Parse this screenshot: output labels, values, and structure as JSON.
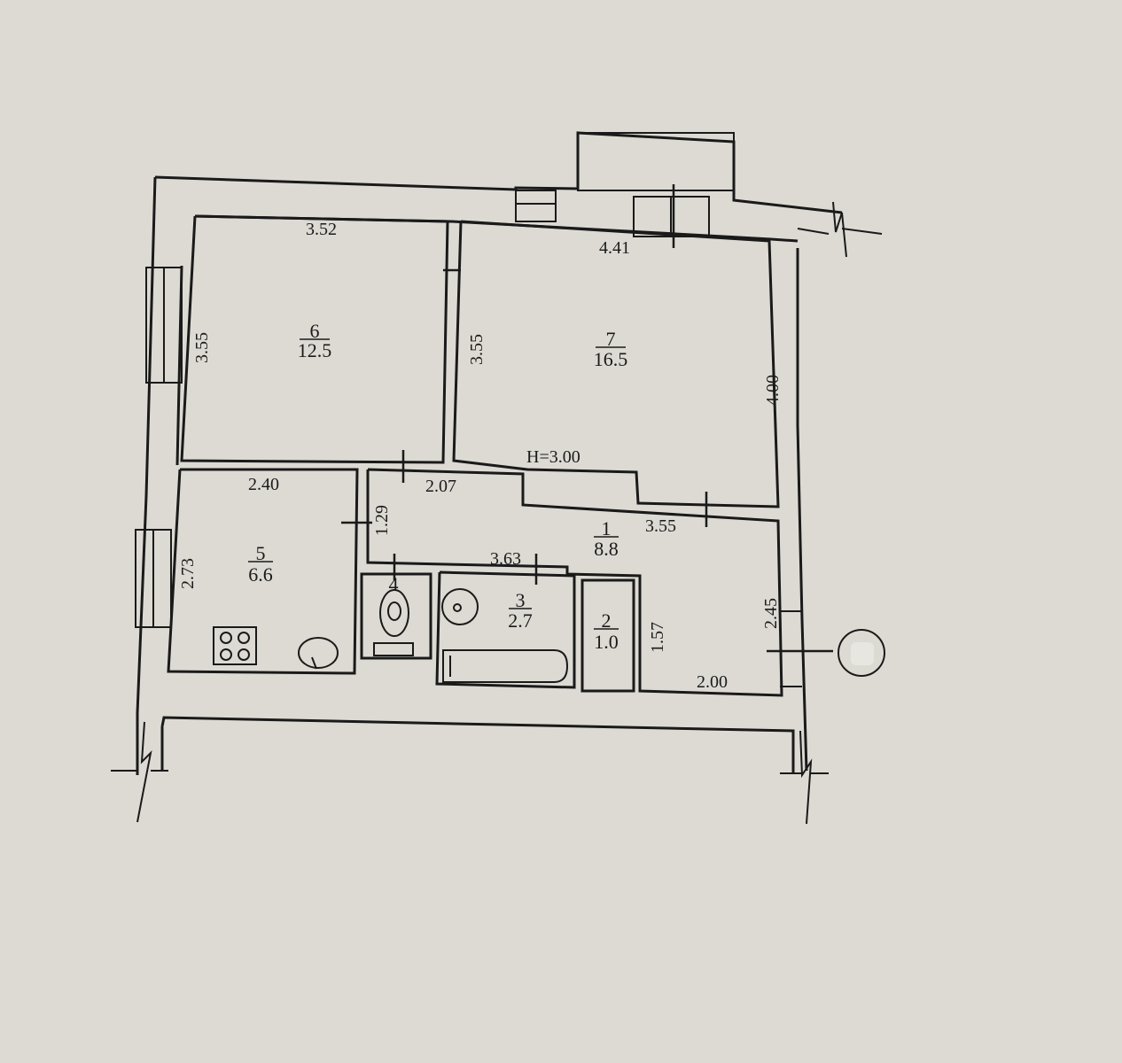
{
  "plan": {
    "ceiling_height": "H=3.00",
    "rooms": [
      {
        "id": "room-6",
        "number": "6",
        "area": "12.5"
      },
      {
        "id": "room-7",
        "number": "7",
        "area": "16.5"
      },
      {
        "id": "room-5",
        "number": "5",
        "area": "6.6"
      },
      {
        "id": "room-1",
        "number": "1",
        "area": "8.8"
      },
      {
        "id": "room-4",
        "number": "4",
        "area": ""
      },
      {
        "id": "room-3",
        "number": "3",
        "area": "2.7"
      },
      {
        "id": "room-2",
        "number": "2",
        "area": "1.0"
      }
    ],
    "dimensions": {
      "r6_top": "3.52",
      "r6_left": "3.55",
      "r6_right": "3.55",
      "r7_top": "4.41",
      "r7_right": "4.00",
      "r5_top": "2.40",
      "r5_left": "2.73",
      "hall_top": "2.07",
      "hall_left": "1.29",
      "hall_mid": "3.55",
      "bath_top": "3.63",
      "wc_right": "1.57",
      "hall_right": "2.45",
      "hall_bottom": "2.00"
    }
  }
}
